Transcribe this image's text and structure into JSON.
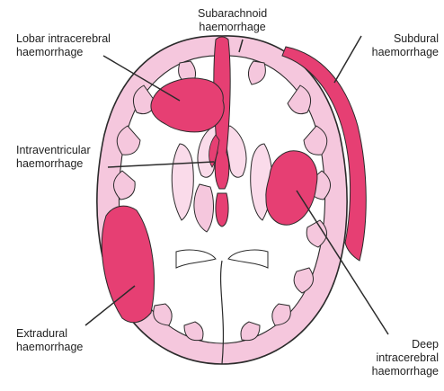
{
  "labels": {
    "lobar": [
      "Lobar intracerebral",
      "haemorrhage"
    ],
    "subarachnoid": [
      "Subarachnoid",
      "haemorrhage"
    ],
    "subdural": [
      "Subdural",
      "haemorrhage"
    ],
    "intraventricular": [
      "Intraventricular",
      "haemorrhage"
    ],
    "extradural": [
      "Extradural",
      "haemorrhage"
    ],
    "deep": [
      "Deep",
      "intracerebral",
      "haemorrhage"
    ]
  },
  "colors": {
    "brain": "#f5c7dd",
    "brain_light": "#fadbea",
    "haemorrhage": "#e63f73",
    "outline": "#2b2b2b",
    "text": "#222222"
  }
}
